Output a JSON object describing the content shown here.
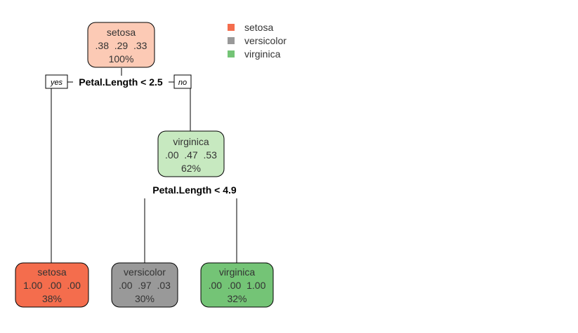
{
  "legend": {
    "items": [
      {
        "label": "setosa",
        "color": "#F46D4D"
      },
      {
        "label": "versicolor",
        "color": "#999999"
      },
      {
        "label": "virginica",
        "color": "#74C476"
      }
    ]
  },
  "tree": {
    "root": {
      "class": "setosa",
      "probs": ".38  .29  .33",
      "pct": "100%",
      "fill": "#FCCAB5"
    },
    "split1": {
      "label": "Petal.Length < 2.5",
      "yes": "yes",
      "no": "no"
    },
    "node2": {
      "class": "virginica",
      "probs": ".00  .47  .53",
      "pct": "62%",
      "fill": "#C7E9C0"
    },
    "split2": {
      "label": "Petal.Length < 4.9"
    },
    "leaf_setosa": {
      "class": "setosa",
      "probs": "1.00  .00  .00",
      "pct": "38%",
      "fill": "#F46D4D"
    },
    "leaf_versicolor": {
      "class": "versicolor",
      "probs": ".00  .97  .03",
      "pct": "30%",
      "fill": "#999999"
    },
    "leaf_virginica": {
      "class": "virginica",
      "probs": ".00  .00  1.00",
      "pct": "32%",
      "fill": "#74C476"
    }
  }
}
